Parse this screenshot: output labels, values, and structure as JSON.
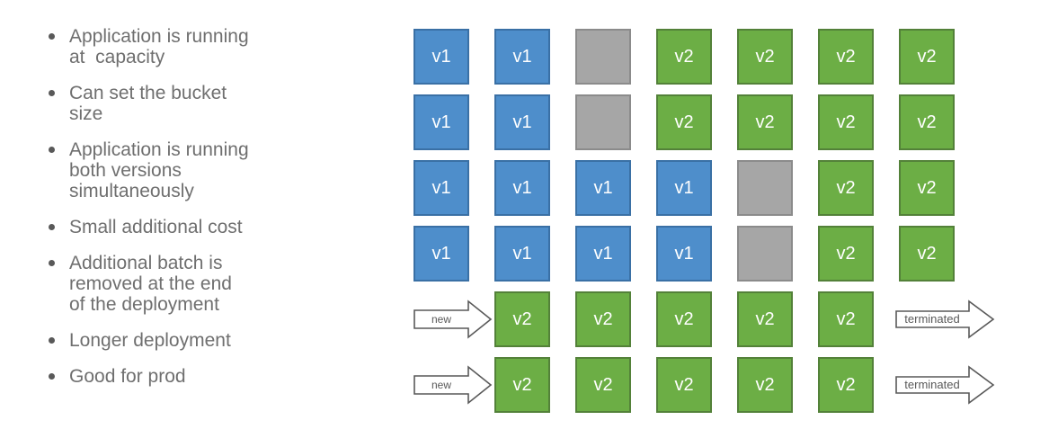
{
  "slide": {
    "background": "#ffffff"
  },
  "bullets": {
    "text_color": "#6f6f6f",
    "dot_color": "#595959",
    "items": [
      {
        "lines": [
          "Application is running",
          "at  capacity"
        ]
      },
      {
        "lines": [
          "Can set the bucket",
          "size"
        ]
      },
      {
        "lines": [
          "Application is running",
          "both versions",
          "simultaneously"
        ]
      },
      {
        "lines": [
          "Small additional cost"
        ]
      },
      {
        "lines": [
          "Additional batch is",
          "removed at the end",
          "of the deployment"
        ]
      },
      {
        "lines": [
          "Longer deployment"
        ]
      },
      {
        "lines": [
          "Good for prod"
        ]
      }
    ]
  },
  "diagram": {
    "legend": {
      "v1": "v1",
      "v2": "v2"
    },
    "arrows": {
      "new": "new",
      "terminated": "terminated"
    },
    "colors": {
      "v1_fill": "#4e8ecb",
      "v1_border": "#3a70a5",
      "v2_fill": "#6cae45",
      "v2_border": "#538139",
      "empty_fill": "#a6a6a6",
      "empty_border": "#8b8b8b",
      "arrow_stroke": "#595959",
      "arrow_text": "#595959"
    },
    "rows": [
      [
        "v1",
        "v1",
        "empty",
        "v2",
        "v2",
        "v2",
        "v2"
      ],
      [
        "v1",
        "v1",
        "empty",
        "v2",
        "v2",
        "v2",
        "v2"
      ],
      [
        "v1",
        "v1",
        "v1",
        "v1",
        "empty",
        "v2",
        "v2"
      ],
      [
        "v1",
        "v1",
        "v1",
        "v1",
        "empty",
        "v2",
        "v2"
      ],
      [
        "new",
        "v2",
        "v2",
        "v2",
        "v2",
        "v2",
        "terminated"
      ],
      [
        "new",
        "v2",
        "v2",
        "v2",
        "v2",
        "v2",
        "terminated"
      ]
    ]
  }
}
